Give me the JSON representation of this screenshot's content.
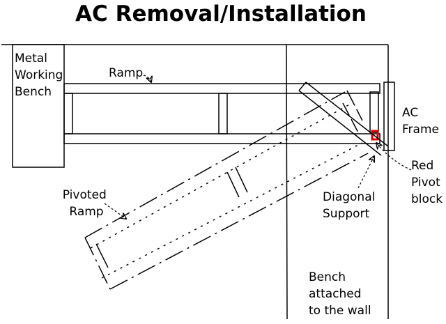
{
  "title": "AC Removal/Installation",
  "labels": {
    "bench": [
      "Metal",
      "Working",
      "Bench"
    ],
    "ramp": "Ramp",
    "pivoted_ramp": [
      "Pivoted",
      "Ramp"
    ],
    "ac_frame": [
      "AC",
      "Frame"
    ],
    "red_pivot_block": [
      "Red",
      "Pivot",
      "block"
    ],
    "diagonal_support": [
      "Diagonal",
      "Support"
    ],
    "wall_bench": [
      "Bench",
      "attached",
      "to the wall"
    ]
  },
  "colors": {
    "line": "#000000",
    "pivot_block": "#e00000"
  }
}
